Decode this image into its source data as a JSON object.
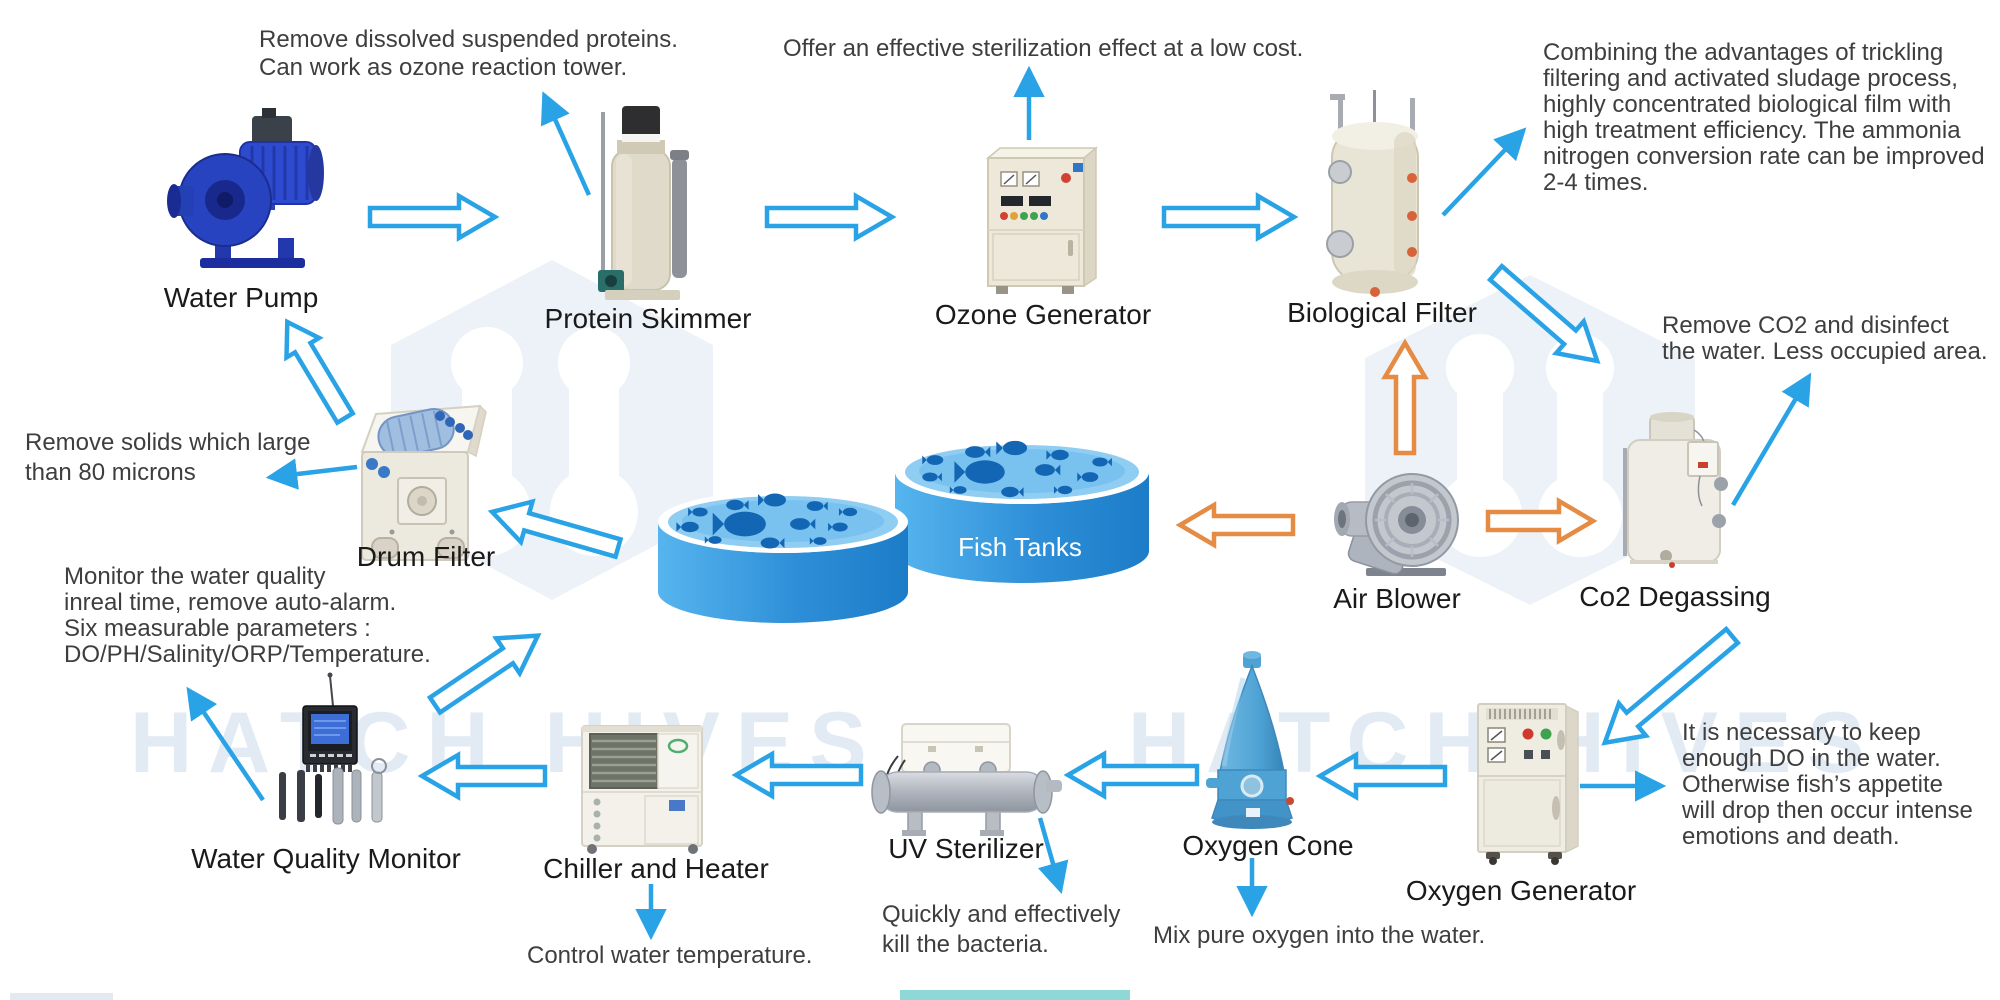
{
  "diagram": {
    "watermark_text": "HATCH HIVES"
  },
  "colors": {
    "arrow_blue": "#29A3E6",
    "arrow_orange": "#E58B43",
    "label_text": "#1A1A1A",
    "note_text": "#3E3E3E",
    "watermark": "#E2EAF3",
    "hexagon_logo": "#EDF2F8",
    "tank_blue": "#2E8FD8",
    "teal_bar": "#8FD8D8"
  },
  "equipment": {
    "water_pump": {
      "label": "Water Pump"
    },
    "protein_skimmer": {
      "label": "Protein Skimmer"
    },
    "ozone_generator": {
      "label": "Ozone Generator"
    },
    "biological_filter": {
      "label": "Biological Filter"
    },
    "co2_degassing": {
      "label": "Co2 Degassing"
    },
    "air_blower": {
      "label": "Air Blower"
    },
    "fish_tanks": {
      "label": "Fish Tanks"
    },
    "drum_filter": {
      "label": "Drum Filter"
    },
    "water_quality_monitor": {
      "label": "Water Quality Monitor"
    },
    "chiller": {
      "label": "Chiller and Heater"
    },
    "uv_sterilizer": {
      "label": "UV Sterilizer"
    },
    "oxygen_cone": {
      "label": "Oxygen Cone"
    },
    "oxygen_generator": {
      "label": "Oxygen  Generator"
    }
  },
  "notes": {
    "protein_skimmer": {
      "lines": [
        "Remove dissolved suspended proteins.",
        "Can work as ozone reaction tower."
      ]
    },
    "ozone_generator": {
      "lines": [
        "Offer an effective sterilization effect at a low cost."
      ]
    },
    "biological_filter": {
      "lines": [
        "Combining the advantages of trickling",
        "filtering and activated sludage process,",
        "highly concentrated biological film with",
        "high treatment efficiency. The ammonia",
        "nitrogen conversion rate can be improved",
        "2-4 times."
      ]
    },
    "co2_degassing": {
      "lines": [
        "Remove CO2 and disinfect",
        "the water. Less occupied area."
      ]
    },
    "drum_filter": {
      "lines": [
        "Remove solids which large",
        "than 80 microns"
      ]
    },
    "water_quality_monitor": {
      "lines": [
        "Monitor the water quality",
        "inreal time, remove auto-alarm.",
        "Six measurable parameters :",
        "DO/PH/Salinity/ORP/Temperature."
      ]
    },
    "chiller": {
      "lines": [
        "Control water temperature."
      ]
    },
    "uv_sterilizer": {
      "lines": [
        "Quickly and effectively",
        "kill the bacteria."
      ]
    },
    "oxygen_cone": {
      "lines": [
        "Mix pure oxygen into the water."
      ]
    },
    "oxygen_generator": {
      "lines": [
        "It is necessary to keep",
        "enough DO in the water.",
        "Otherwise fish’s appetite",
        "will drop then occur intense",
        "emotions and death."
      ]
    }
  }
}
